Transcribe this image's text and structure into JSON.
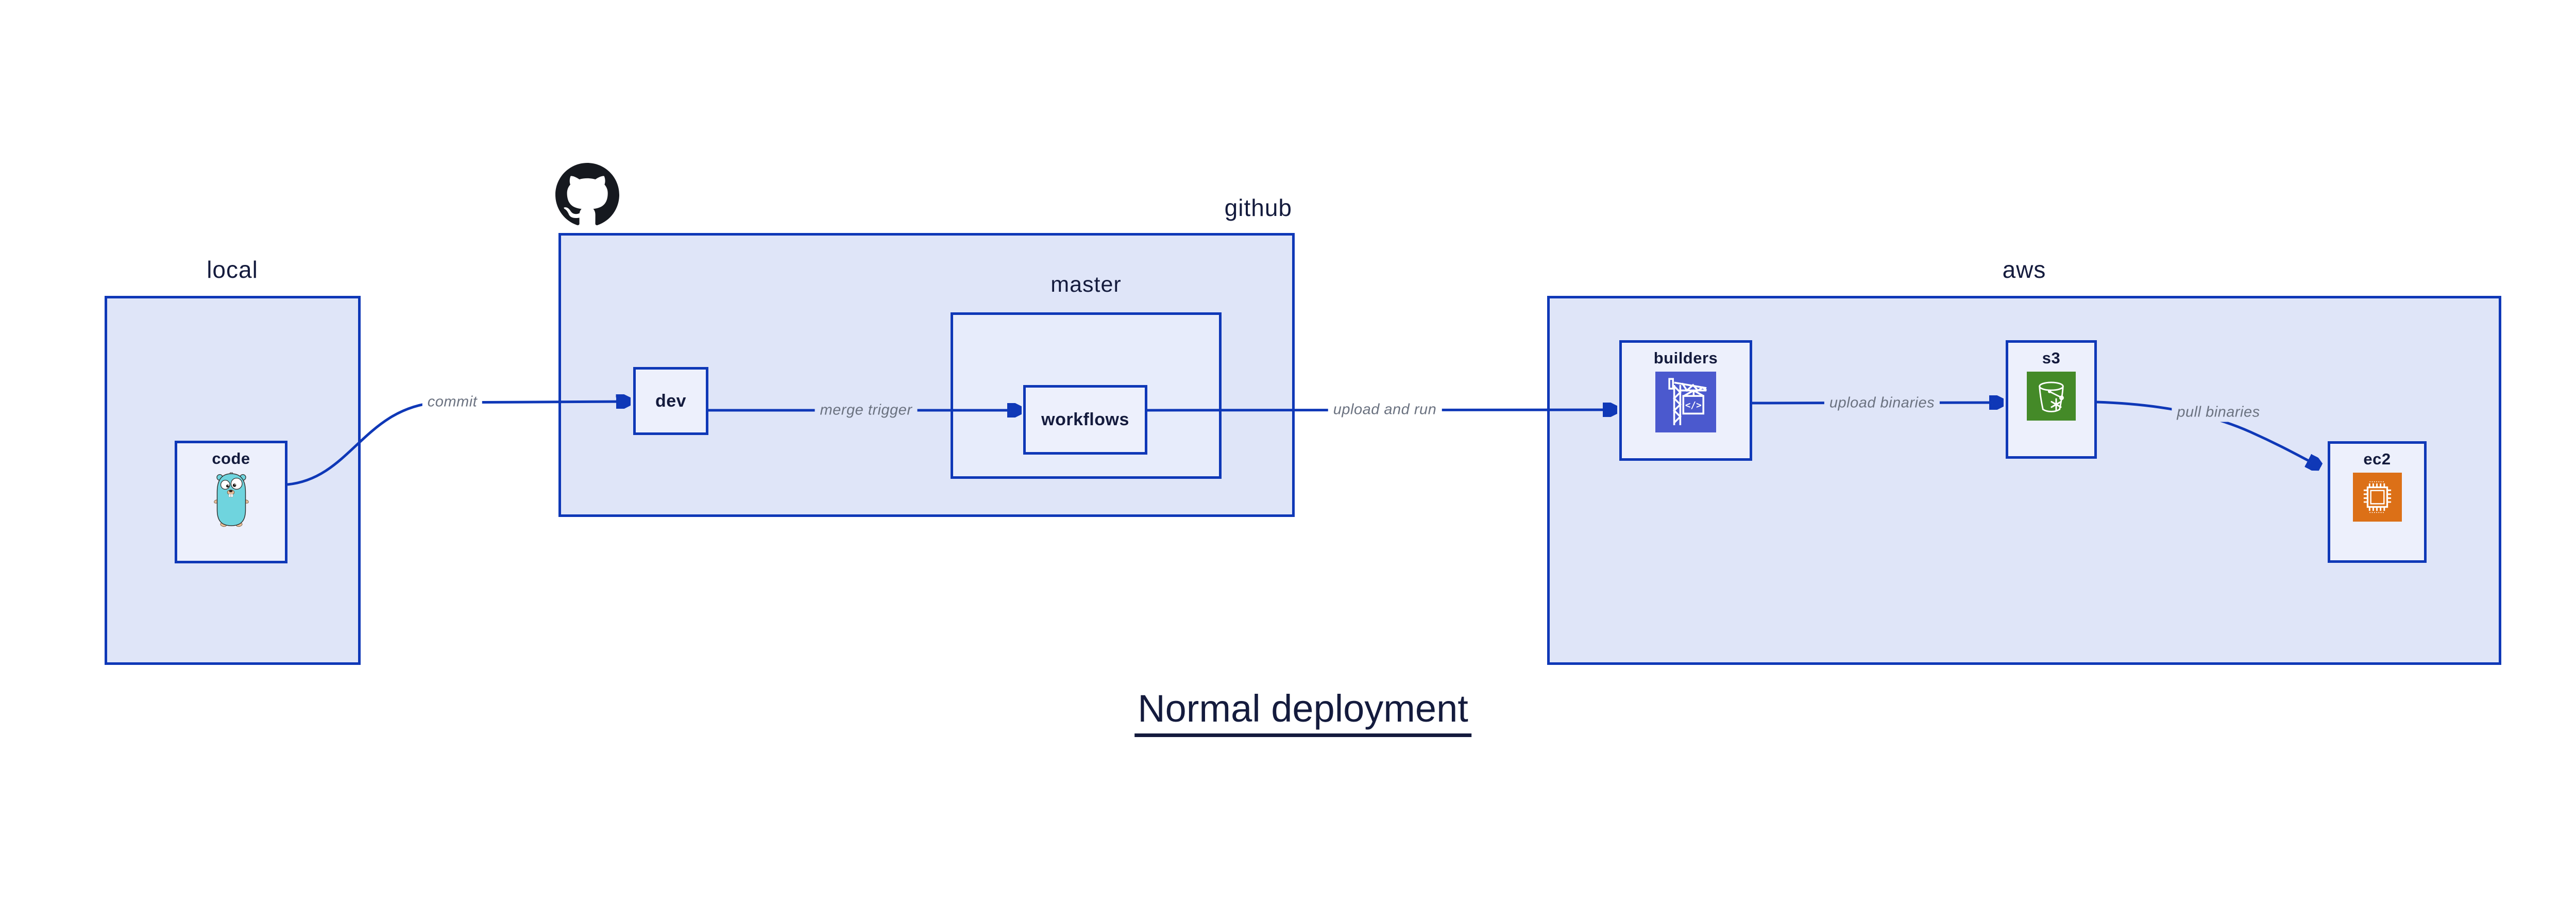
{
  "title": "Normal deployment",
  "colors": {
    "edge-blue": "#0f38b7",
    "group-fill": "#dfe5f8",
    "master-fill": "#e7ecfb",
    "node-fill": "#edf0fc",
    "label-navy": "#141b3d",
    "edge-label-gray": "#6b7280",
    "gopher-teal": "#6fd4de",
    "octocat-black": "#16191f",
    "builders-indigo": "#4b59ce",
    "s3-green": "#448a28",
    "ec2-orange": "#dc7017",
    "canvas-white": "#ffffff"
  },
  "groups": {
    "local": {
      "label": "local"
    },
    "github": {
      "label": "github"
    },
    "master": {
      "label": "master"
    },
    "aws": {
      "label": "aws"
    }
  },
  "nodes": {
    "code": {
      "label": "code",
      "icon": "go-gopher-icon"
    },
    "dev": {
      "label": "dev"
    },
    "workflows": {
      "label": "workflows"
    },
    "builders": {
      "label": "builders",
      "icon": "codebuild-crane-icon"
    },
    "s3": {
      "label": "s3",
      "icon": "s3-glacier-bucket-icon"
    },
    "ec2": {
      "label": "ec2",
      "icon": "ec2-chip-icon"
    }
  },
  "edges": [
    {
      "id": "commit",
      "from": "code",
      "to": "dev",
      "label": "commit"
    },
    {
      "id": "merge-trigger",
      "from": "dev",
      "to": "workflows",
      "label": "merge trigger"
    },
    {
      "id": "upload-and-run",
      "from": "workflows",
      "to": "builders",
      "label": "upload and run"
    },
    {
      "id": "upload-binaries",
      "from": "builders",
      "to": "s3",
      "label": "upload binaries"
    },
    {
      "id": "pull-binaries",
      "from": "s3",
      "to": "ec2",
      "label": "pull binaries"
    }
  ]
}
